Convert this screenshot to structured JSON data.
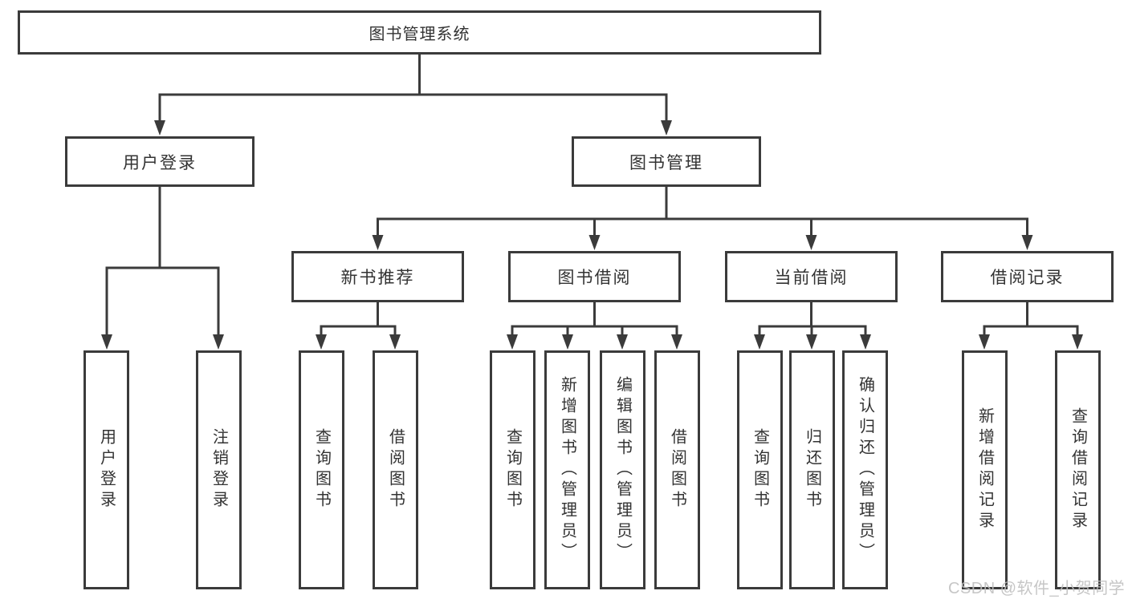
{
  "diagram": {
    "root": {
      "label": "图书管理系统"
    },
    "level2": [
      {
        "label": "用户登录"
      },
      {
        "label": "图书管理"
      }
    ],
    "level3": [
      {
        "label": "新书推荐"
      },
      {
        "label": "图书借阅"
      },
      {
        "label": "当前借阅"
      },
      {
        "label": "借阅记录"
      }
    ],
    "leaves": {
      "user_login": [
        "用户登录",
        "注销登录"
      ],
      "new_book_recommend": [
        "查询图书",
        "借阅图书"
      ],
      "book_borrow": [
        "查询图书",
        "新增图书（管理员）",
        "编辑图书（管理员）",
        "借阅图书"
      ],
      "current_borrow": [
        "查询图书",
        "归还图书",
        "确认归还（管理员）"
      ],
      "borrow_record": [
        "新增借阅记录",
        "查询借阅记录"
      ]
    },
    "watermark": "CSDN @软件_小贺同学",
    "colors": {
      "line": "#3b3b3b",
      "text": "#333333",
      "background": "#ffffff",
      "watermark": "#bfbfbf"
    }
  }
}
